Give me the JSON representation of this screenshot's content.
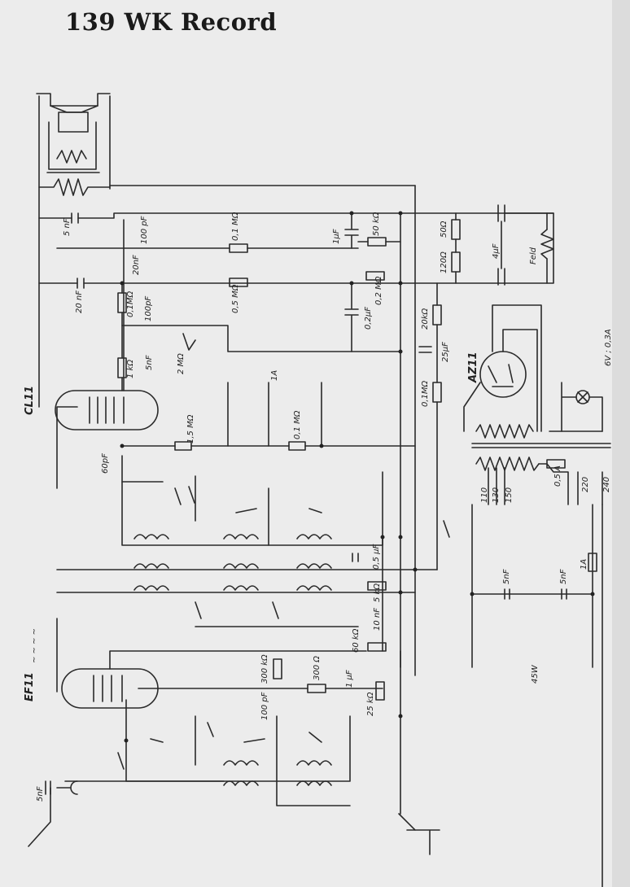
{
  "title": "139 WK Record",
  "tubes": [
    "CL11",
    "EF11",
    "AZ11"
  ],
  "labels": {
    "speaker_cap": "5 nF",
    "c_100pf": "100 pF",
    "r_01m_top": "0,1 MΩ",
    "c_1uf": "1µF",
    "r_50k": "50 kΩ",
    "r_50ohm": "50Ω",
    "c_4uf": "4µF",
    "feld": "Feld",
    "c_20nf_a": "20nF",
    "r_120": "120Ω",
    "c_20nf_b": "20 nF",
    "r_05m": "0,5 MΩ",
    "r_01m_v": "0,1MΩ",
    "c_100pf_b": "100pF",
    "r_02m": "0,2 MΩ",
    "c_02uf": "0,2µF",
    "r_20k": "20kΩ",
    "c_25uf": "25µF",
    "r_1k": "1 kΩ",
    "c_5nf_a": "5nF",
    "pot_2m": "2 MΩ",
    "tap_1a": "1A",
    "lamp": "6V ; 0,3A",
    "r_15m": "1,5 MΩ",
    "r_01m_b": "0,1 MΩ",
    "r_01m_c": "0,1MΩ",
    "c_60pf": "60pF",
    "v110": "110",
    "v130": "130",
    "v150": "150",
    "fuse_05a": "0,5 A",
    "v220": "220",
    "v240": "240",
    "c_05uf": "0,5 µF",
    "r_5k": "5 kΩ",
    "c_5nf_mains1": "5nF",
    "c_5nf_mains2": "5nF",
    "fuse_1a": "1A",
    "c_10nf": "10 nF",
    "r_60k": "60 kΩ",
    "ws": "~ ~ ~ ~",
    "sw45": "45W",
    "r_300k": "300 kΩ",
    "r_300": "300 Ω",
    "c_1uf_b": "1 µF",
    "c_100pf_c": "100 pF",
    "r_25k": "25 kΩ",
    "c_5nf_ant": "5nF"
  }
}
